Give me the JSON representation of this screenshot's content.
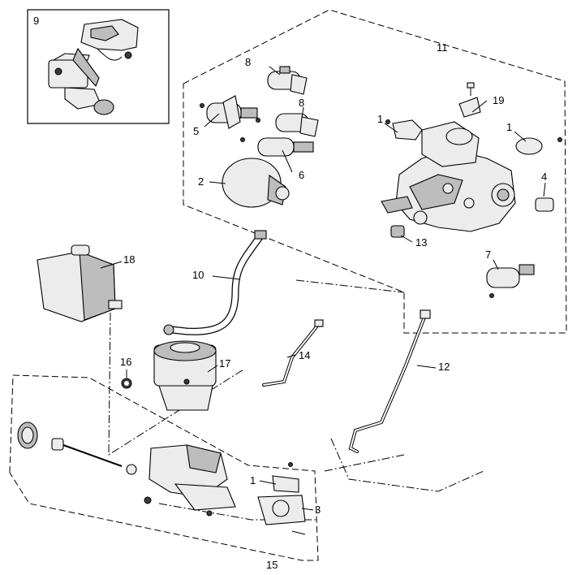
{
  "callouts": {
    "c1a": "1",
    "c1b": "1",
    "c1c": "1",
    "c2": "2",
    "c3": "3",
    "c4": "4",
    "c5": "5",
    "c6": "6",
    "c7": "7",
    "c8a": "8",
    "c8b": "8",
    "c9": "9",
    "c10": "10",
    "c11": "11",
    "c12": "12",
    "c13": "13",
    "c14": "14",
    "c15": "15",
    "c16": "16",
    "c17": "17",
    "c18": "18",
    "c19": "19"
  }
}
